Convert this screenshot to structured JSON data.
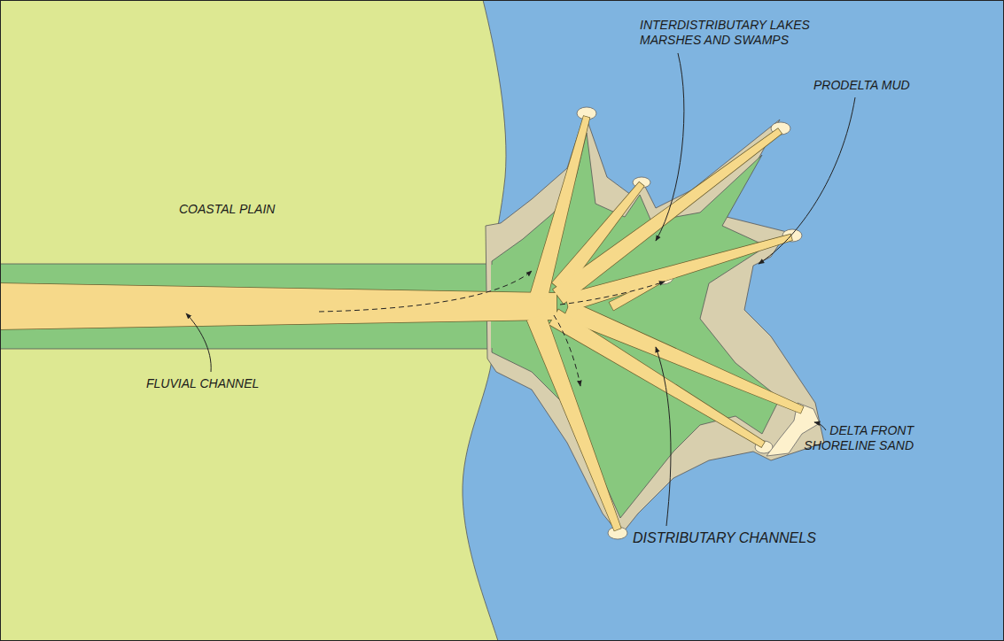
{
  "diagram": {
    "labels": [
      "COASTAL PLAIN",
      "INTERDISTRIBUTARY LAKES MARSHES AND SWAMPS",
      "PRODELTA MUD",
      "FLUVIAL CHANNEL",
      "DELTA FRONT SHORELINE SAND",
      "DISTRIBUTARY CHANNELS"
    ]
  }
}
